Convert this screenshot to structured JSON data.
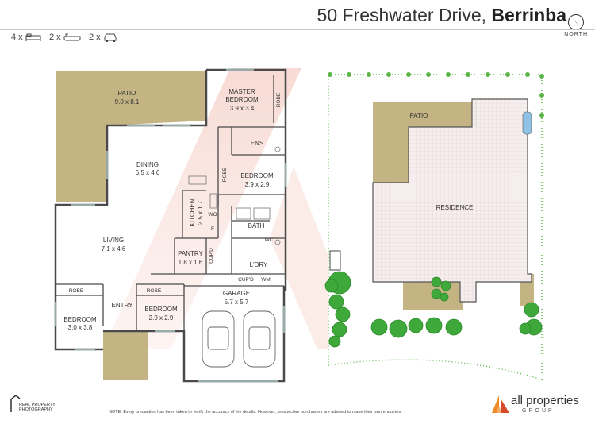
{
  "header": {
    "street": "50 Freshwater Drive, ",
    "suburb": "Berrinba",
    "compass_label": "NORTH"
  },
  "features": [
    {
      "count": "4 x",
      "icon": "bed-icon"
    },
    {
      "count": "2 x",
      "icon": "bath-icon"
    },
    {
      "count": "2 x",
      "icon": "car-icon"
    }
  ],
  "floorplan": {
    "rooms": {
      "patio": {
        "name": "PATIO",
        "size": "9.0 x 8.1"
      },
      "master": {
        "name1": "MASTER",
        "name2": "BEDROOM",
        "size": "3.9 x 3.4"
      },
      "robe_master": "ROBE",
      "ens": "ENS",
      "dining": {
        "name": "DINING",
        "size": "6.5 x 4.6"
      },
      "bed2": {
        "name": "BEDROOM",
        "size": "3.9 x 2.9"
      },
      "robe_bed2": "ROBE",
      "kitchen": {
        "name": "KITCHEN",
        "size": "2.5 x 1.7"
      },
      "wo": "WO",
      "f": "F",
      "bath": "BATH",
      "wc": "WC",
      "living": {
        "name": "LIVING",
        "size": "7.1 x 4.6"
      },
      "pantry": {
        "name": "PANTRY",
        "size": "1.8 x 1.6"
      },
      "cupd1": "CUP'D",
      "ldry": "L'DRY",
      "cupd2": "CUP'D",
      "wm": "WM",
      "robe_bed3": "ROBE",
      "robe_bed4": "ROBE",
      "entry": "ENTRY",
      "bed3": {
        "name": "BEDROOM",
        "size": "3.0 x 3.8"
      },
      "bed4": {
        "name": "BEDROOM",
        "size": "2.9 x 2.9"
      },
      "garage": {
        "name": "GARAGE",
        "size": "5.7 x 5.7"
      }
    }
  },
  "siteplan": {
    "patio": "PATIO",
    "residence": "RESIDENCE"
  },
  "footer": {
    "disclaimer": "NOTE: Every precaution has been taken to verify the accuracy of the details. However, prospective purchasers are advised to make their own enquiries.",
    "photographer": "REAL PROPERTY PHOTOGRAPHY",
    "agency_name": "all properties",
    "agency_group": "GROUP"
  },
  "colors": {
    "patio": "#c4b483",
    "wall": "#4a4a4a",
    "roof_fill": "#ffffff",
    "roof_pattern": "#e9d9d9",
    "grass": "#5db54a",
    "tree": "#3fa83a",
    "brand_orange": "#f08a24",
    "brand_red": "#d64a2a"
  }
}
